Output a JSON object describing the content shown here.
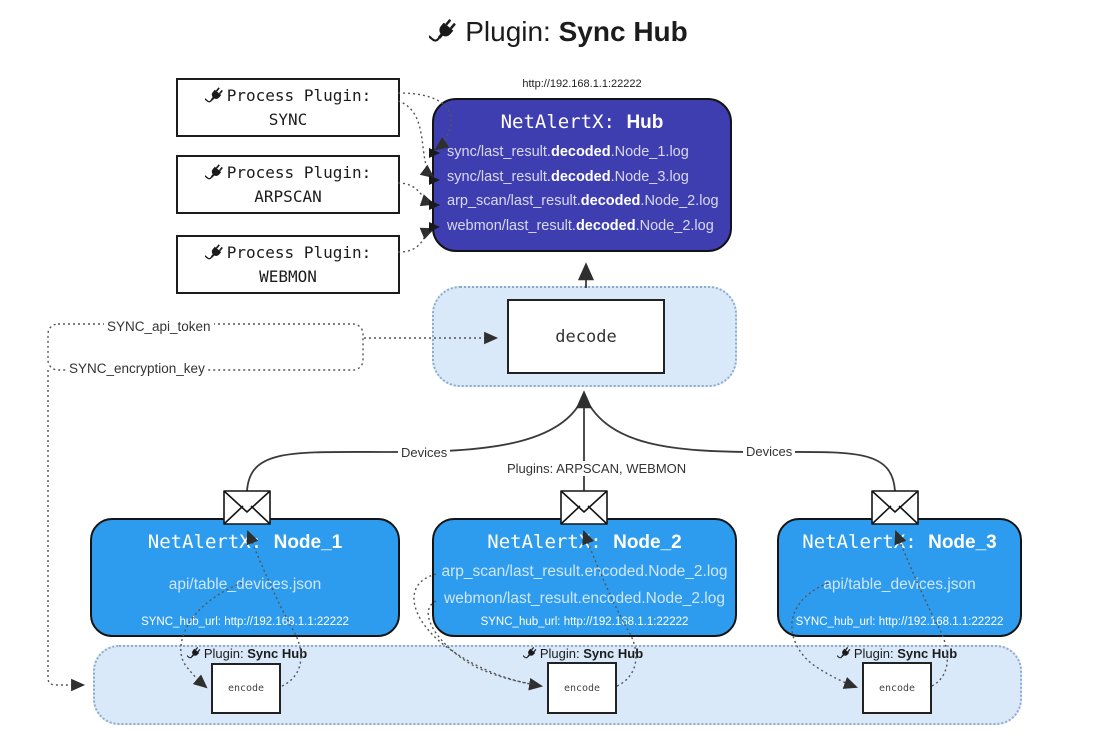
{
  "title": {
    "label": "Plugin:",
    "name": "Sync Hub"
  },
  "process_plugins": [
    {
      "label": "Process Plugin:",
      "name": "SYNC"
    },
    {
      "label": "Process Plugin:",
      "name": "ARPSCAN"
    },
    {
      "label": "Process Plugin:",
      "name": "WEBMON"
    }
  ],
  "hub": {
    "url": "http://192.168.1.1:22222",
    "title_prefix": "NetAlertX: ",
    "title_name": "Hub",
    "lines": [
      {
        "pre": "sync/last_result.",
        "bold": "decoded",
        "post": ".Node_1.log"
      },
      {
        "pre": "sync/last_result.",
        "bold": "decoded",
        "post": ".Node_3.log"
      },
      {
        "pre": "arp_scan/last_result.",
        "bold": "decoded",
        "post": ".Node_2.log"
      },
      {
        "pre": "webmon/last_result.",
        "bold": "decoded",
        "post": ".Node_2.log"
      }
    ]
  },
  "decode": {
    "label": "decode"
  },
  "secrets": {
    "api_token": "SYNC_api_token",
    "encryption_key": "SYNC_encryption_key"
  },
  "edge_labels": {
    "devices_left": "Devices",
    "devices_right": "Devices",
    "plugins_mid": "Plugins: ARPSCAN, WEBMON"
  },
  "nodes": [
    {
      "title_prefix": "NetAlertX: ",
      "title_name": "Node_1",
      "files": [
        "api/table_devices.json"
      ],
      "hub_url": "SYNC_hub_url: http://192.168.1.1:22222"
    },
    {
      "title_prefix": "NetAlertX: ",
      "title_name": "Node_2",
      "files": [
        "arp_scan/last_result.encoded.Node_2.log",
        "webmon/last_result.encoded.Node_2.log"
      ],
      "hub_url": "SYNC_hub_url: http://192.168.1.1:22222"
    },
    {
      "title_prefix": "NetAlertX: ",
      "title_name": "Node_3",
      "files": [
        "api/table_devices.json"
      ],
      "hub_url": "SYNC_hub_url: http://192.168.1.1:22222"
    }
  ],
  "encode_sections": [
    {
      "label": "Plugin: ",
      "name": "Sync Hub",
      "box": "encode"
    },
    {
      "label": "Plugin: ",
      "name": "Sync Hub",
      "box": "encode"
    },
    {
      "label": "Plugin: ",
      "name": "Sync Hub",
      "box": "encode"
    }
  ],
  "colors": {
    "hub_fill": "#3e3eb0",
    "node_fill": "#2d9cee",
    "panel_fill": "#d9e9fa",
    "panel_border": "#8fabcc",
    "wire": "#3a3a3a",
    "hub_text": "#d9d9ef",
    "node_text": "#cfe6fb"
  }
}
